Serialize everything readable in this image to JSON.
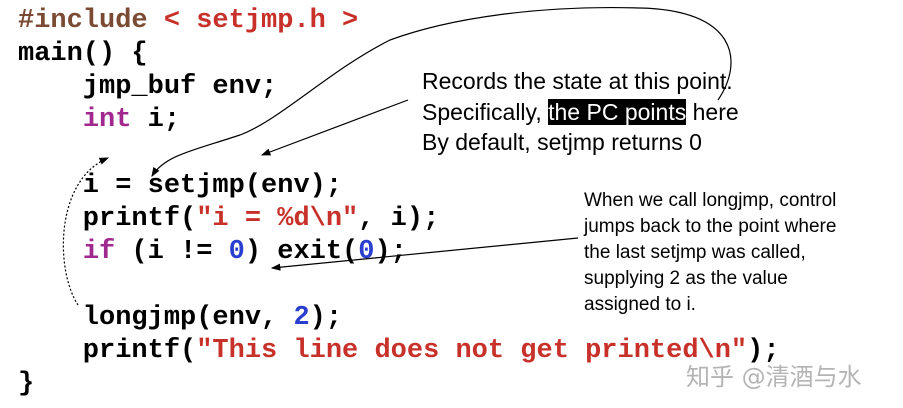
{
  "code_lines": [
    [
      {
        "t": "#include ",
        "c": "pre"
      },
      {
        "t": "< setjmp.h >",
        "c": "str"
      }
    ],
    [
      {
        "t": "main() {",
        "c": "plain"
      }
    ],
    [
      {
        "t": "    jmp_buf env;",
        "c": "plain"
      }
    ],
    [
      {
        "t": "    ",
        "c": "plain"
      },
      {
        "t": "int",
        "c": "kw"
      },
      {
        "t": " i;",
        "c": "plain"
      }
    ],
    [],
    [
      {
        "t": "    i = setjmp(env);",
        "c": "plain"
      }
    ],
    [
      {
        "t": "    printf(",
        "c": "plain"
      },
      {
        "t": "\"i = %d\\n\"",
        "c": "str"
      },
      {
        "t": ", i);",
        "c": "plain"
      }
    ],
    [
      {
        "t": "    ",
        "c": "plain"
      },
      {
        "t": "if",
        "c": "kw"
      },
      {
        "t": " (i != ",
        "c": "plain"
      },
      {
        "t": "0",
        "c": "num"
      },
      {
        "t": ") exit(",
        "c": "plain"
      },
      {
        "t": "0",
        "c": "num"
      },
      {
        "t": ");",
        "c": "plain"
      }
    ],
    [],
    [
      {
        "t": "    longjmp(env, ",
        "c": "plain"
      },
      {
        "t": "2",
        "c": "num"
      },
      {
        "t": ");",
        "c": "plain"
      }
    ],
    [
      {
        "t": "    printf(",
        "c": "plain"
      },
      {
        "t": "\"This line does not get printed\\n\"",
        "c": "str"
      },
      {
        "t": ");",
        "c": "plain"
      }
    ],
    [
      {
        "t": "}",
        "c": "plain"
      }
    ]
  ],
  "note1": {
    "line1": "Records the state at this point.",
    "line2_pre": "Specifically, ",
    "line2_highlight": "the PC points",
    "line2_post": " here",
    "line3": "By default, setjmp returns 0"
  },
  "note2": {
    "lines": [
      "When we call longjmp, control",
      "jumps back to the point where",
      "the last setjmp was called,",
      "supplying 2 as the value",
      "assigned to i."
    ]
  },
  "watermark": "知乎 @清酒与水",
  "colors": {
    "preprocessor": "#7a4b32",
    "string": "#c8312a",
    "keyword": "#a0288f",
    "number": "#2a3fd0"
  }
}
